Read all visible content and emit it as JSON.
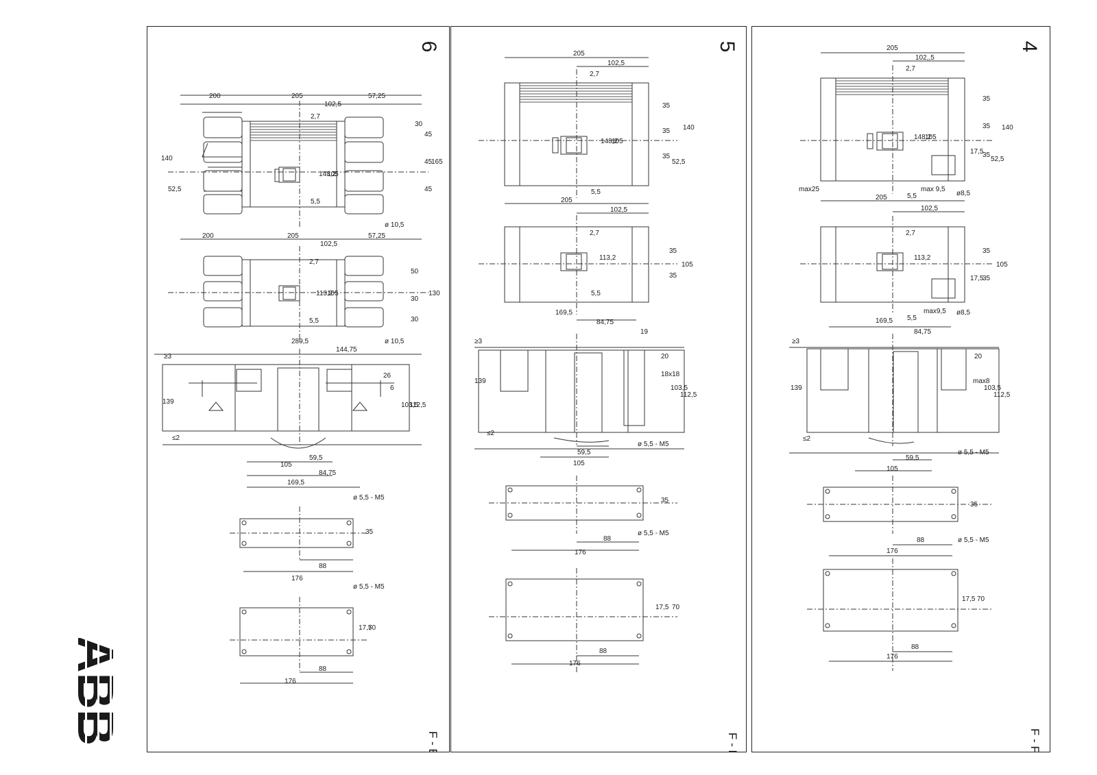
{
  "logo": {
    "text": "ABB",
    "color": "#ff000f"
  },
  "panels": [
    {
      "number": "6",
      "code": "F - ES",
      "top_view_1": {
        "dims": [
          "200",
          "205",
          "102,5",
          "57,25",
          "2,7",
          "140",
          "148,2",
          "105",
          "165",
          "30",
          "45",
          "45",
          "45",
          "52,5",
          "5,5",
          "ø 10,5"
        ]
      },
      "top_view_2": {
        "dims": [
          "200",
          "205",
          "102,5",
          "57,25",
          "2,7",
          "113,2",
          "105",
          "130",
          "50",
          "30",
          "30",
          "5,5",
          "ø 10,5"
        ]
      },
      "side_view": {
        "dims": [
          "289,5",
          "144,75",
          "≥3",
          "139",
          "≤2",
          "26",
          "6",
          "112,5",
          "103,5",
          "59,5",
          "105",
          "84,75",
          "169,5"
        ]
      },
      "drill_1": {
        "dims": [
          "ø 5,5 - M5",
          "35",
          "88",
          "176"
        ]
      },
      "drill_2": {
        "dims": [
          "ø 5,5 - M5",
          "17,5",
          "70",
          "88",
          "176"
        ]
      }
    },
    {
      "number": "5",
      "code": "F - FC Cu",
      "top_view_1": {
        "dims": [
          "205",
          "102,5",
          "2,7",
          "148,2",
          "105",
          "35",
          "35",
          "35",
          "140",
          "52,5",
          "5,5"
        ]
      },
      "top_view_2": {
        "dims": [
          "205",
          "102,5",
          "2,7",
          "113,2",
          "35",
          "35",
          "105",
          "5,5"
        ]
      },
      "side_view": {
        "dims": [
          "169,5",
          "84,75",
          "19",
          "≥3",
          "139",
          "20",
          "18x18",
          "103,5",
          "112,5",
          "≤2",
          "59,5",
          "105"
        ]
      },
      "drill_1": {
        "dims": [
          "ø 5,5 - M5",
          "35",
          "88",
          "176"
        ]
      },
      "drill_2": {
        "dims": [
          "ø 5,5 - M5",
          "17,5",
          "70",
          "88",
          "176"
        ]
      }
    },
    {
      "number": "4",
      "code": "F - F",
      "top_view_1": {
        "dims": [
          "205",
          "102,,5",
          "2,7",
          "148,2",
          "105",
          "35",
          "35",
          "17,5",
          "35",
          "140",
          "52,5",
          "max 9,5",
          "ø8,5",
          "max25",
          "5,5"
        ]
      },
      "top_view_2": {
        "dims": [
          "205",
          "102,5",
          "2,7",
          "113,2",
          "35",
          "17,5",
          "35",
          "105",
          "max9,5",
          "ø8,5",
          "5,5"
        ]
      },
      "side_view": {
        "dims": [
          "169,5",
          "84,75",
          "≥3",
          "139",
          "20",
          "max8",
          "103,5",
          "112,5",
          "≤2",
          "59,5",
          "105"
        ]
      },
      "drill_1": {
        "dims": [
          "ø 5,5 - M5",
          "35",
          "88",
          "176"
        ]
      },
      "drill_2": {
        "dims": [
          "ø 5,5 - M5",
          "17,5",
          "70",
          "88",
          "176"
        ]
      }
    }
  ]
}
